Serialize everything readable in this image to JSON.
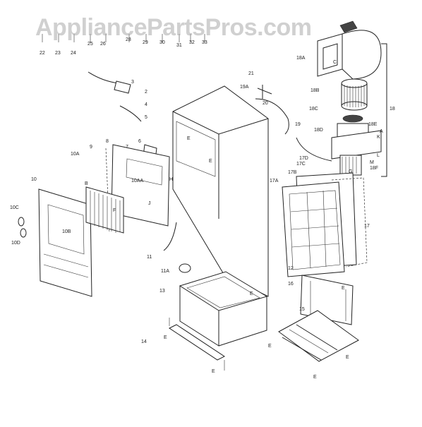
{
  "watermark": "AppliancePartsPros.com",
  "colors": {
    "ink": "#222222",
    "watermark": "#aaaaaa",
    "background": "#ffffff"
  },
  "labels": [
    {
      "id": "22",
      "text": "22"
    },
    {
      "id": "23",
      "text": "23"
    },
    {
      "id": "24",
      "text": "24"
    },
    {
      "id": "25",
      "text": "25"
    },
    {
      "id": "26",
      "text": "26"
    },
    {
      "id": "28",
      "text": "28"
    },
    {
      "id": "29",
      "text": "29"
    },
    {
      "id": "30",
      "text": "30"
    },
    {
      "id": "31",
      "text": "31"
    },
    {
      "id": "32",
      "text": "32"
    },
    {
      "id": "33",
      "text": "33"
    },
    {
      "id": "18A",
      "text": "18A"
    },
    {
      "id": "18B",
      "text": "18B"
    },
    {
      "id": "18C",
      "text": "18C"
    },
    {
      "id": "18D",
      "text": "18D"
    },
    {
      "id": "18E",
      "text": "18E"
    },
    {
      "id": "18F",
      "text": "18F"
    },
    {
      "id": "18",
      "text": "18"
    },
    {
      "id": "21",
      "text": "21"
    },
    {
      "id": "19A",
      "text": "19A"
    },
    {
      "id": "20",
      "text": "20"
    },
    {
      "id": "19",
      "text": "19"
    },
    {
      "id": "17B",
      "text": "17B"
    },
    {
      "id": "17C",
      "text": "17C"
    },
    {
      "id": "17D",
      "text": "17D"
    },
    {
      "id": "17A",
      "text": "17A"
    },
    {
      "id": "17",
      "text": "17"
    },
    {
      "id": "12",
      "text": "12"
    },
    {
      "id": "16",
      "text": "16"
    },
    {
      "id": "15",
      "text": "15"
    },
    {
      "id": "3",
      "text": "3"
    },
    {
      "id": "2",
      "text": "2"
    },
    {
      "id": "4",
      "text": "4"
    },
    {
      "id": "5",
      "text": "5"
    },
    {
      "id": "6",
      "text": "6"
    },
    {
      "id": "7",
      "text": "7"
    },
    {
      "id": "8",
      "text": "8"
    },
    {
      "id": "9",
      "text": "9"
    },
    {
      "id": "10A",
      "text": "10A"
    },
    {
      "id": "10AA",
      "text": "10AA"
    },
    {
      "id": "10",
      "text": "10"
    },
    {
      "id": "10C",
      "text": "10C"
    },
    {
      "id": "10B",
      "text": "10B"
    },
    {
      "id": "10D",
      "text": "10D"
    },
    {
      "id": "11",
      "text": "11"
    },
    {
      "id": "11A",
      "text": "11A"
    },
    {
      "id": "13",
      "text": "13"
    },
    {
      "id": "14",
      "text": "14"
    },
    {
      "id": "E",
      "text": "E"
    },
    {
      "id": "H",
      "text": "H"
    },
    {
      "id": "K",
      "text": "K"
    },
    {
      "id": "L",
      "text": "L"
    },
    {
      "id": "M",
      "text": "M"
    },
    {
      "id": "G",
      "text": "G"
    },
    {
      "id": "F",
      "text": "F"
    },
    {
      "id": "C",
      "text": "C"
    },
    {
      "id": "A",
      "text": "A"
    },
    {
      "id": "B",
      "text": "B"
    },
    {
      "id": "J",
      "text": "J"
    }
  ]
}
